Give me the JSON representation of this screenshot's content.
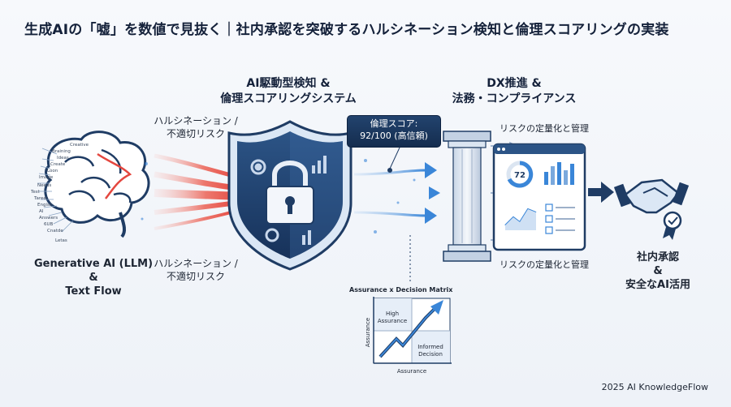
{
  "title": "生成AIの「嘘」を数値で見抜く｜社内承認を突破するハルシネーション検知と倫理スコアリングの実装",
  "llm": {
    "label_line1": "Generative AI (LLM)",
    "label_line2": "&",
    "label_line3": "Text Flow",
    "brain_words": [
      "Creative",
      "Braining",
      "Ideas",
      "Create",
      "Loon",
      "Image",
      "Needs",
      "Test",
      "Tareet",
      "Engish",
      "AI",
      "Answers",
      "6UB",
      "Cnatde",
      "Letas"
    ]
  },
  "risk_top": {
    "line1": "ハルシネーション /",
    "line2": "不適切リスク"
  },
  "risk_bottom": {
    "line1": "ハルシネーション /",
    "line2": "不適切リスク"
  },
  "system": {
    "line1": "AI駆動型検知 &",
    "line2": "倫理スコアリングシステム"
  },
  "score": {
    "line1": "倫理スコア:",
    "line2": "92/100 (高信頼)"
  },
  "dx": {
    "line1": "DX推進 &",
    "line2": "法務・コンプライアンス"
  },
  "dashboard": {
    "top_label": "リスクの定量化と管理",
    "bottom_label": "リスクの定量化と管理",
    "gauge_value": "72"
  },
  "matrix": {
    "title": "Assurance x Decision Matrix",
    "high_line1": "High",
    "high_line2": "Assurance",
    "informed_line1": "Informed",
    "informed_line2": "Decision",
    "x_axis": "Assurance",
    "y_axis": "Assurance"
  },
  "approval": {
    "line1": "社内承認",
    "line2": "&",
    "line3": "安全なAI活用"
  },
  "footer": "2025 AI KnowledgeFlow",
  "colors": {
    "navy": "#1f3c64",
    "blue_accent": "#3a86d8",
    "risk_red": "#e4473f",
    "shield_light": "#dbe7f5"
  }
}
